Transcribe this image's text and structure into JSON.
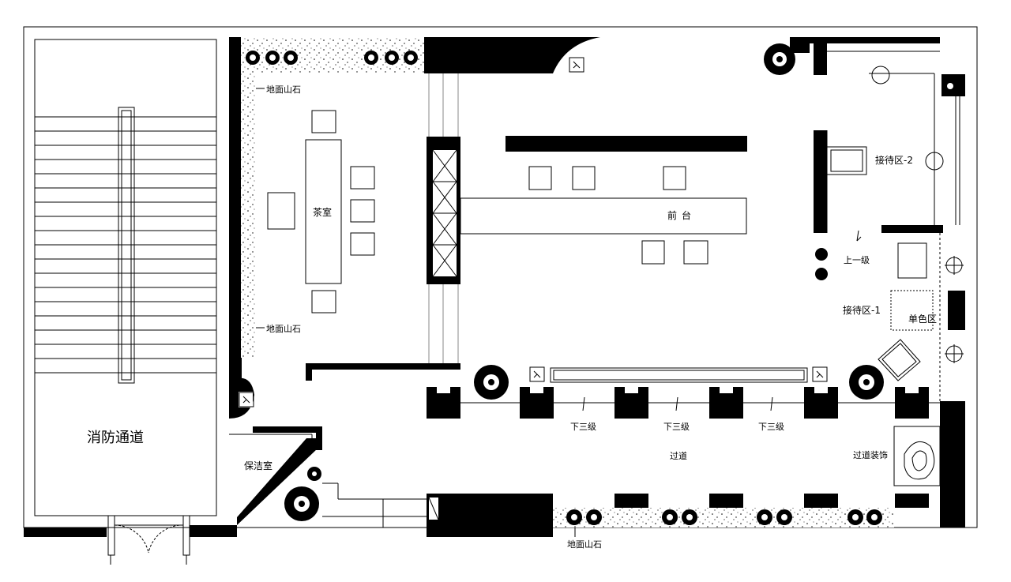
{
  "labels": {
    "fire_exit": "消防通道",
    "cleaning_room": "保洁室",
    "tea_room": "茶室",
    "front_desk": "前台",
    "reception_1": "接待区-1",
    "reception_2": "接待区-2",
    "up_one_level": "上一级",
    "down_three_levels_1": "下三级",
    "down_three_levels_2": "下三级",
    "down_three_levels_3": "下三级",
    "corridor": "过道",
    "corridor_decor": "过道装饰",
    "single_color_zone": "单色区",
    "rockery_top_left": "地面山石",
    "rockery_left_middle": "地面山石",
    "rockery_bottom": "地面山石"
  },
  "colors": {
    "wall": "#000000",
    "line": "#000000",
    "background": "#ffffff",
    "light_line": "#888888"
  }
}
